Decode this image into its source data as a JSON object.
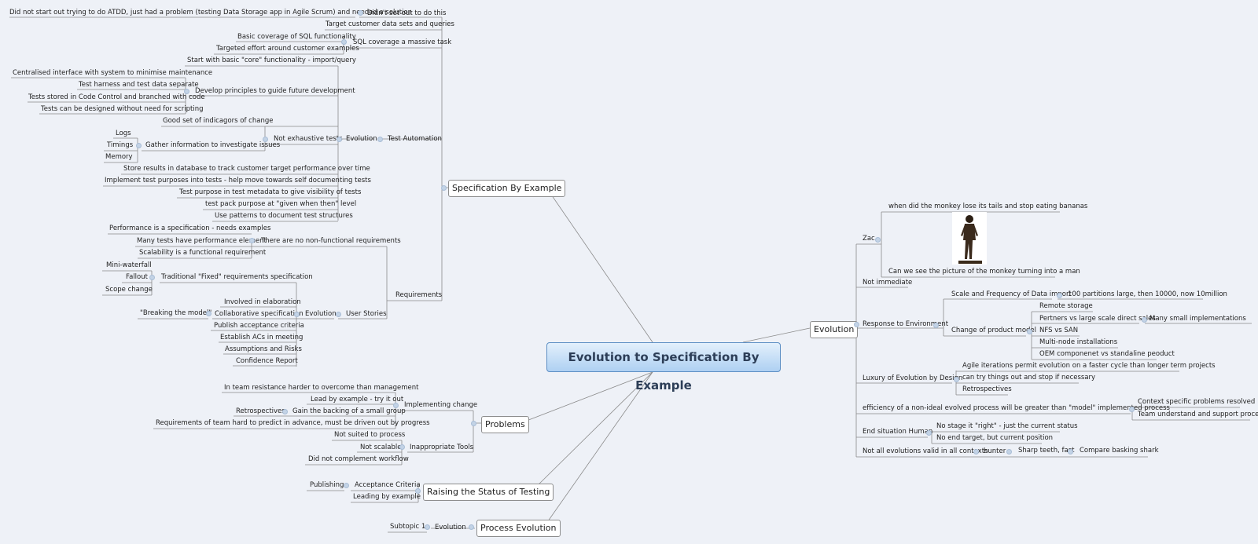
{
  "central": "Evolution to Specification By Example",
  "branches": {
    "sbe": {
      "label": "Specification By Example",
      "n1": "Did not start out trying to do ATDD, just had a problem (testing Data Storage app in Agile Scrum) and needed a solution",
      "n1p": "Didn't set out to do this",
      "n2": "Target customer data sets and queries",
      "n3a": "Basic coverage of SQL functionality",
      "n3b": "Targeted effort around customer examples",
      "n3": "SQL coverage a massive task",
      "ta": {
        "label": "Test Automation",
        "evo": "Evolution",
        "basic": "Start with basic \"core\" functionality - import/query",
        "principles": "Develop principles to guide future development",
        "p1": "Centralised interface with system to minimise maintenance",
        "p2": "Test harness and test data separate",
        "p3": "Tests stored in Code Control and branched with code",
        "p4": "Tests can be designed without need for scripting",
        "good": "Good set of indicagors of change",
        "nonex": "Not exhaustive tests",
        "gather": "Gather information to investigate issues",
        "logs": "Logs",
        "timings": "Timings",
        "memory": "Memory",
        "store": "Store results in database to track customer target performance over time",
        "impl": "Implement test purposes into tests - help move towards self documenting tests",
        "purpose": "Test purpose in test metadata to give visibility of tests",
        "pack": "test pack purpose at \"given when then\" level",
        "patterns": "Use patterns to document test structures"
      },
      "req": {
        "label": "Requirements",
        "perf": "Performance is a specification - needs examples",
        "many": "Many tests have performance element",
        "nonfunc": "There are no non-functional requirements",
        "scal": "Scalability is a functional requirement",
        "mini": "Mini-waterfall",
        "fallout": "Fallout",
        "trad": "Traditional \"Fixed\" requirements specification",
        "scope": "Scope change",
        "involved": "Involved in elaboration",
        "breaking": "\"Breaking the model\"",
        "collab": "Collaborative specification",
        "evo": "Evolution",
        "stories": "User Stories",
        "publish": "Publish acceptance criteria",
        "establish": "Establish ACs in meeting",
        "assume": "Assumptions and Risks",
        "confidence": "Confidence Report"
      }
    },
    "problems": {
      "label": "Problems",
      "resist": "In team resistance harder to overcome than management",
      "lead": "Lead by example - try it out",
      "implchange": "Implementing change",
      "retro": "Retrospectives",
      "backing": "Gain the backing of a small group",
      "reqteam": "Requirements of team hard to predict in advance, must be driven out by progress",
      "notsuited": "Not suited to process",
      "notscal": "Not scalable",
      "tools": "Inappropriate Tools",
      "didnot": "Did not complement workflow"
    },
    "raising": {
      "label": "Raising the Status of Testing",
      "publishing": "Publishing",
      "ac": "Acceptance Criteria",
      "leading": "Leading by example"
    },
    "process": {
      "label": "Process Evolution",
      "subtopic": "Subtopic 1",
      "evo": "Evolution"
    },
    "evolution": {
      "label": "Evolution",
      "zac": "Zac",
      "monkey1": "when did the monkey lose its tails and stop eating bananas",
      "monkey2": "Can we see the picture of the monkey turning into a man",
      "notimm": "Not immediate",
      "resp": "Response to Environment",
      "scale": "Scale and Frequency of Data import",
      "partitions": "100 partitions large, then 10000, now 10million",
      "change": "Change of product model",
      "remote": "Remote storage",
      "pertners": "Pertners vs large scale direct sales",
      "manysmall": "Many small implementations",
      "nfs": "NFS vs SAN",
      "multinode": "Multi-node installations",
      "oem": "OEM componenet vs standaline peoduct",
      "luxury": "Luxury of Evolution by Design",
      "agile": "Agile iterations permit evolution on a faster cycle than longer term projects",
      "cantry": "can try things out and stop if necessary",
      "retro": "Retrospectives",
      "efficiency": "efficiency of a non-ideal evolved process will be greater than \"model\" implemented process",
      "context": "Context specific problems resolved",
      "teamund": "Team understand and support process",
      "endsit": "End situation Human",
      "nostage": "No stage it \"right\" - just the current status",
      "noend": "No end target, but current position",
      "notall": "Not all evolutions valid in all contexts",
      "hunter": "hunter",
      "sharp": "Sharp teeth, fast",
      "compare": "Compare basking shark"
    }
  },
  "colors": {
    "line": "#8a8a8a",
    "background": "#eef1f7",
    "central_top": "#e3f0fc",
    "central_bottom": "#aed0f2"
  }
}
